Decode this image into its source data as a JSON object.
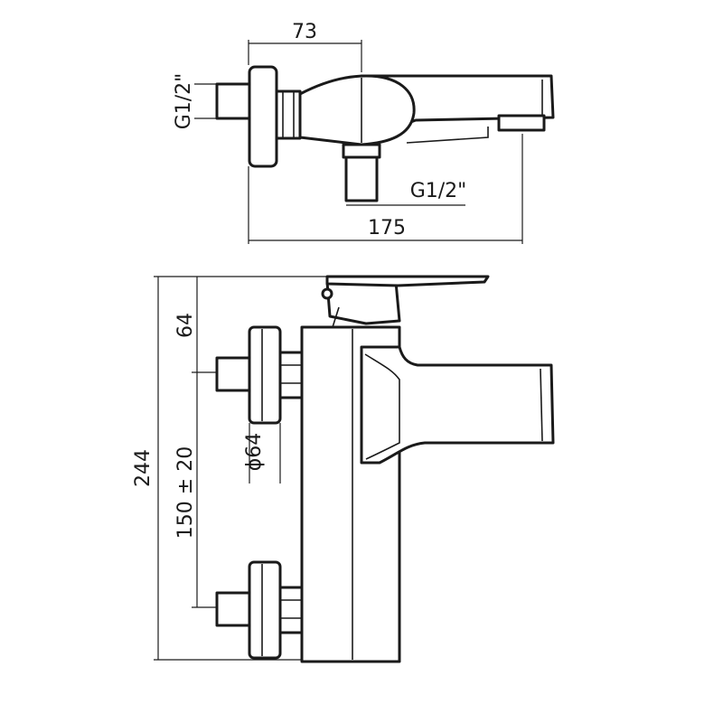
{
  "top_view": {
    "dim_width_upper": "73",
    "dim_overall_width": "175",
    "thread_wall": "G1/2\"",
    "thread_outlet": "G1/2\""
  },
  "front_view": {
    "dim_total_height": "244",
    "dim_top_offset": "64",
    "dim_center_distance": "150 ± 20",
    "dim_flange_diameter": "ϕ64"
  }
}
